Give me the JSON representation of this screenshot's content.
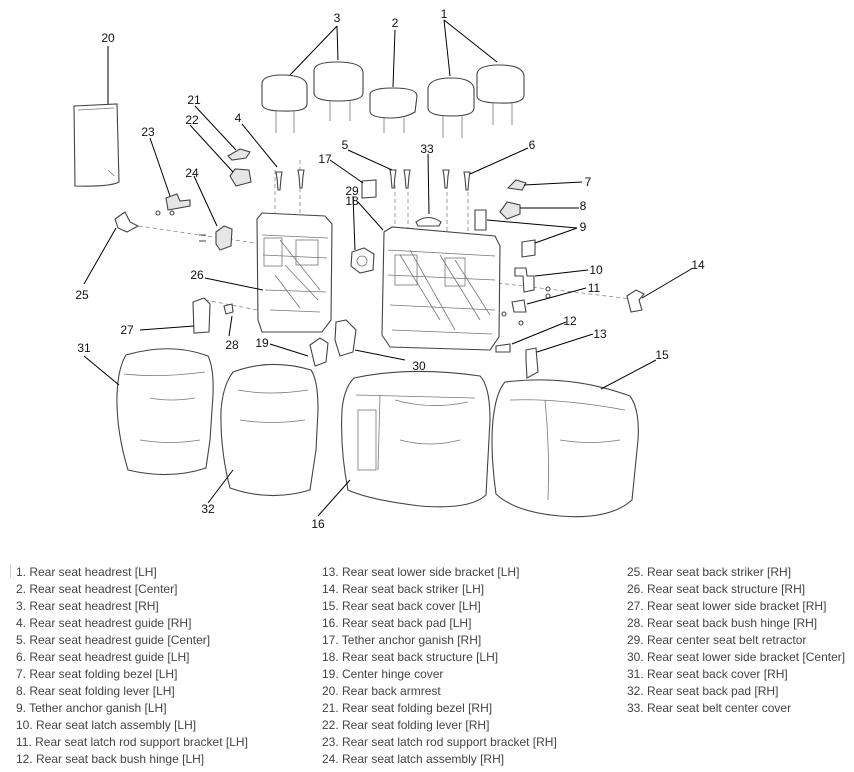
{
  "callouts": [
    "1",
    "2",
    "3",
    "4",
    "5",
    "6",
    "7",
    "8",
    "9",
    "10",
    "11",
    "12",
    "13",
    "14",
    "15",
    "16",
    "17",
    "18",
    "19",
    "20",
    "21",
    "22",
    "23",
    "24",
    "25",
    "26",
    "27",
    "28",
    "29",
    "30",
    "31",
    "32",
    "33"
  ],
  "legend": {
    "col1": [
      "1. Rear seat headrest [LH]",
      "2. Rear seat headrest [Center]",
      "3. Rear seat headrest [RH]",
      "4. Rear seat headrest guide [RH]",
      "5. Rear seat headrest guide [Center]",
      "6. Rear seat headrest guide [LH]",
      "7. Rear seat folding bezel [LH]",
      "8. Rear seat folding lever [LH]",
      "9. Tether anchor ganish [LH]",
      "10. Rear seat latch assembly [LH]",
      "11. Rear seat latch rod support bracket [LH]",
      "12. Rear seat back bush hinge [LH]"
    ],
    "col2": [
      "13. Rear seat lower side bracket [LH]",
      "14. Rear seat back striker [LH]",
      "15. Rear seat back cover [LH]",
      "16. Rear seat back pad [LH]",
      "17. Tether anchor ganish [RH]",
      "18. Rear seat back structure [LH]",
      "19. Center hinge cover",
      "20. Rear back armrest",
      "21. Rear seat folding bezel [RH]",
      "22. Rear seat folding lever [RH]",
      "23. Rear seat latch rod support bracket [RH]",
      "24. Rear seat latch assembly [RH]"
    ],
    "col3": [
      "25. Rear seat back striker [RH]",
      "26. Rear seat back structure [RH]",
      "27. Rear seat lower side bracket [RH]",
      "28. Rear seat back bush hinge [RH]",
      "29. Rear center seat belt retractor",
      "30. Rear seat lower side bracket [Center]",
      "31. Rear seat back cover [RH]",
      "32. Rear seat back pad [RH]",
      "33. Rear seat belt center cover"
    ]
  }
}
